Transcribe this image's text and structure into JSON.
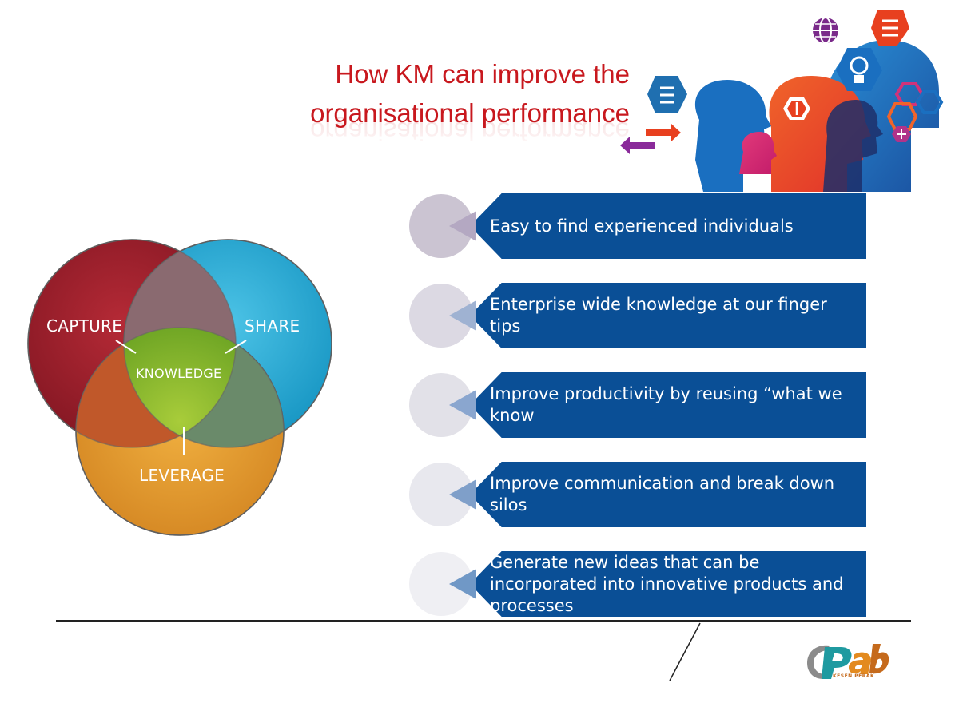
{
  "title": {
    "line1": "How KM can improve the",
    "line2": "organisational performance",
    "color": "#c8181e"
  },
  "venn": {
    "capture": "CAPTURE",
    "share": "SHARE",
    "knowledge": "KNOWLEDGE",
    "leverage": "LEVERAGE",
    "colors": {
      "capture": "#9b1f2a",
      "share": "#1aa4d0",
      "leverage": "#e39a2c",
      "knowledge": "#84b52a"
    }
  },
  "benefits": [
    {
      "text": "Easy to find experienced individuals"
    },
    {
      "text": "Enterprise wide knowledge at our finger tips"
    },
    {
      "text": "Improve productivity by reusing “what we know"
    },
    {
      "text": "Improve communication and break down silos"
    },
    {
      "text": "Generate new ideas that can be incorporated into innovative products and processes"
    }
  ],
  "colors": {
    "bar": "#0a4f96",
    "arrow": "#7f9fc9"
  },
  "logo": {
    "caption": "KESEN PERAK"
  },
  "icons": [
    "globe-icon",
    "lightbulb-icon",
    "menu-bubble-icon",
    "exchange-arrows-icon",
    "hexagon-icon",
    "power-icon"
  ]
}
